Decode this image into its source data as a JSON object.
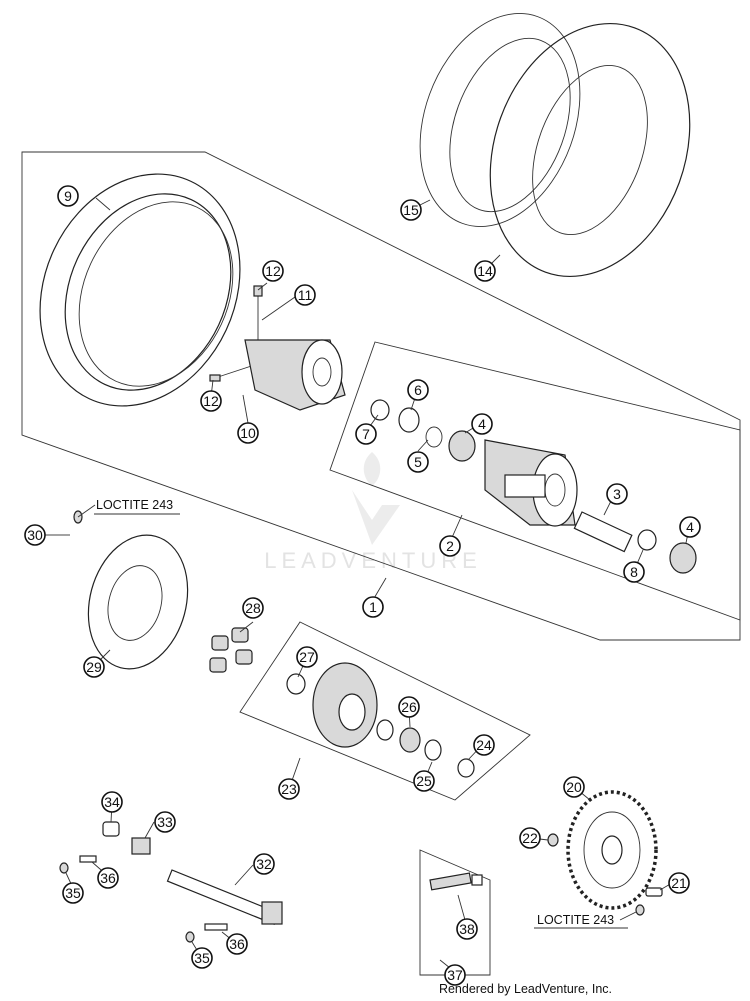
{
  "diagram": {
    "callouts": [
      "1",
      "2",
      "3",
      "4",
      "4",
      "5",
      "6",
      "7",
      "8",
      "9",
      "10",
      "11",
      "12",
      "12",
      "14",
      "15",
      "20",
      "21",
      "22",
      "23",
      "24",
      "25",
      "26",
      "27",
      "28",
      "29",
      "30",
      "32",
      "33",
      "34",
      "35",
      "35",
      "36",
      "36",
      "37",
      "38"
    ],
    "notes": {
      "loctite_upper": "LOCTITE 243",
      "loctite_lower": "LOCTITE 243"
    },
    "watermark": "LEADVENTURE",
    "credit": "Rendered by LeadVenture, Inc."
  }
}
